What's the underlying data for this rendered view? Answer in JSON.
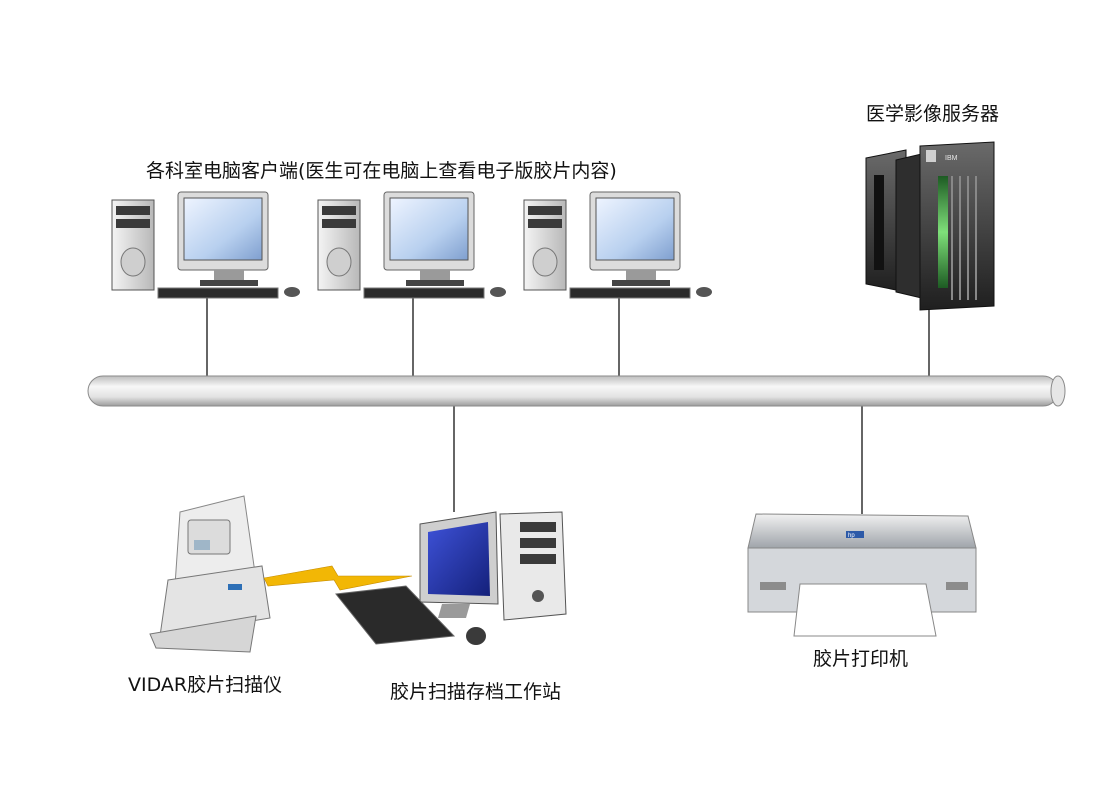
{
  "labels": {
    "clients": "各科室电脑客户端(医生可在电脑上查看电子版胶片内容)",
    "server": "医学影像服务器",
    "scanner": "VIDAR胶片扫描仪",
    "workstation": "胶片扫描存档工作站",
    "printer": "胶片打印机"
  },
  "server_badge": "IBM",
  "printer_badge": "hp",
  "colors": {
    "bus": "#d9d9d9",
    "monitor_screen": "#2e3fb8",
    "server_body": "#222222",
    "server_stripe": "#39b54a",
    "lightning": "#f2b705",
    "connector": "#000000"
  }
}
